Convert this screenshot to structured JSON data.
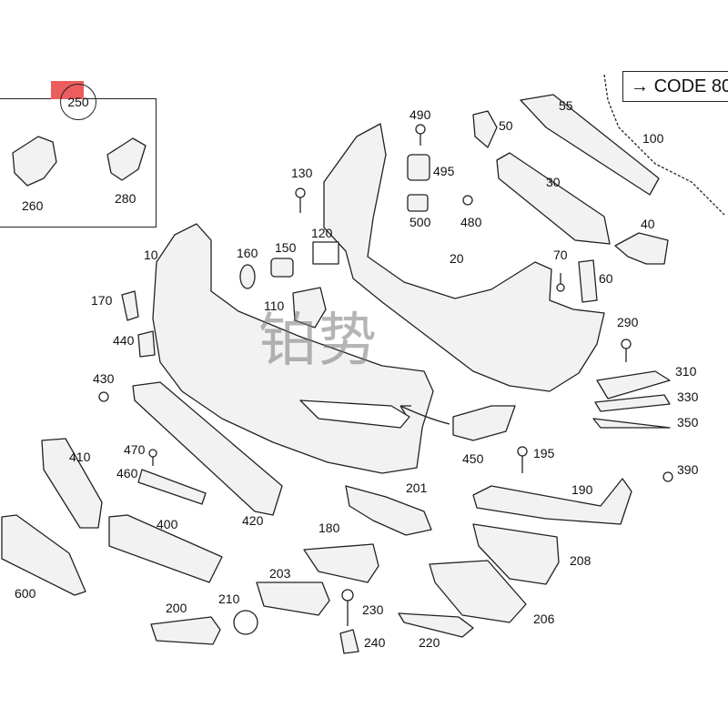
{
  "inset": {
    "label": "250"
  },
  "code_box": {
    "arrow": "→",
    "text": "CODE 80"
  },
  "watermark": "铂势",
  "colors": {
    "marker": "#ec5d5d",
    "line": "#222222",
    "part_fill": "#eeeeee"
  },
  "callouts": {
    "p10": "10",
    "p20": "20",
    "p30": "30",
    "p40": "40",
    "p50": "50",
    "p55": "55",
    "p60": "60",
    "p70": "70",
    "p100": "100",
    "p110": "110",
    "p120": "120",
    "p130": "130",
    "p150": "150",
    "p160": "160",
    "p170": "170",
    "p180": "180",
    "p190": "190",
    "p195": "195",
    "p200": "200",
    "p201": "201",
    "p203": "203",
    "p206": "206",
    "p208": "208",
    "p210": "210",
    "p220": "220",
    "p230": "230",
    "p240": "240",
    "p260": "260",
    "p280": "280",
    "p290": "290",
    "p310": "310",
    "p330": "330",
    "p350": "350",
    "p390": "390",
    "p400": "400",
    "p410": "410",
    "p420": "420",
    "p430": "430",
    "p440": "440",
    "p450": "450",
    "p460": "460",
    "p470": "470",
    "p480": "480",
    "p490": "490",
    "p495": "495",
    "p500": "500",
    "p600": "600"
  }
}
